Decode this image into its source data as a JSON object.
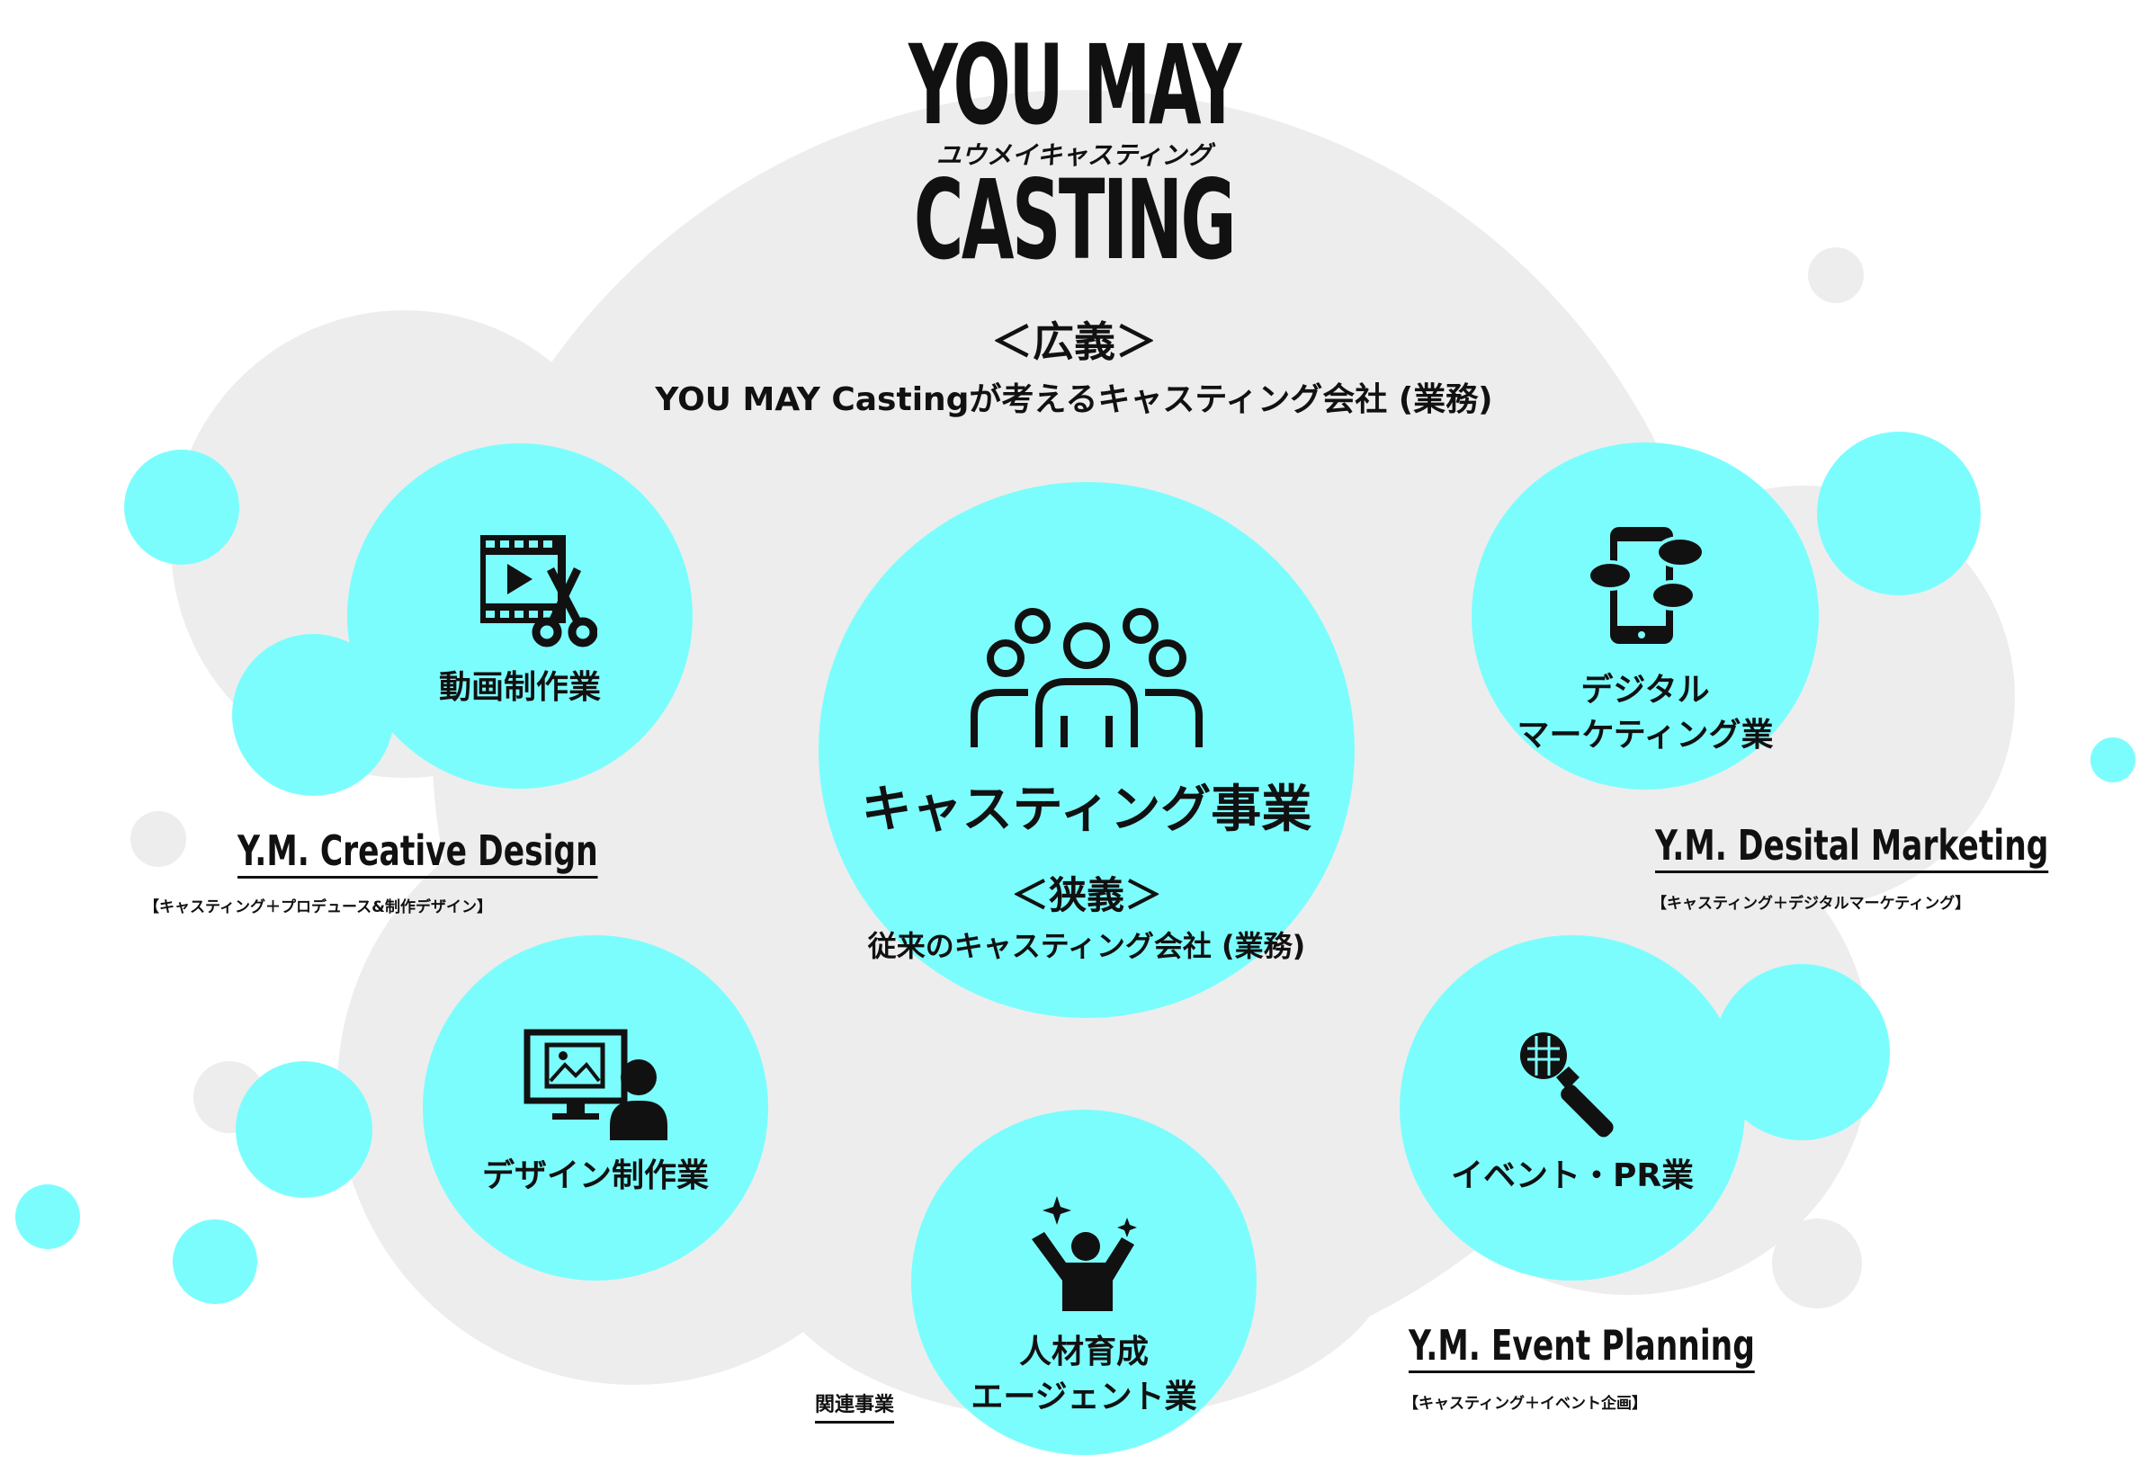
{
  "logo": {
    "line1": "YOU MAY",
    "kana": "ユウメイキャスティング",
    "line2": "CASTING"
  },
  "broad": {
    "heading": "＜広義＞",
    "description": "YOU MAY Castingが考えるキャスティング会社 (業務)"
  },
  "center": {
    "title": "キャスティング事業",
    "narrow_heading": "＜狭義＞",
    "narrow_description": "従来のキャスティング会社 (業務)"
  },
  "nodes": {
    "video": {
      "label": "動画制作業"
    },
    "design": {
      "label": "デザイン制作業"
    },
    "talent": {
      "line1": "人材育成",
      "line2": "エージェント業"
    },
    "event": {
      "label": "イベント・PR業"
    },
    "digital": {
      "line1": "デジタル",
      "line2": "マーケティング業"
    }
  },
  "brands": {
    "creative": {
      "name": "Y.M. Creative Design",
      "sub": "【キャスティング＋プロデュース&制作デザイン】"
    },
    "marketing": {
      "name": "Y.M. Desital Marketing",
      "sub": "【キャスティング＋デジタルマーケティング】"
    },
    "event": {
      "name": "Y.M. Event Planning",
      "sub": "【キャスティング＋イベント企画】"
    }
  },
  "related_label": "関連事業",
  "colors": {
    "accent_cyan": "#7cfdfd",
    "cloud_gray": "#ededed",
    "text": "#111111"
  }
}
